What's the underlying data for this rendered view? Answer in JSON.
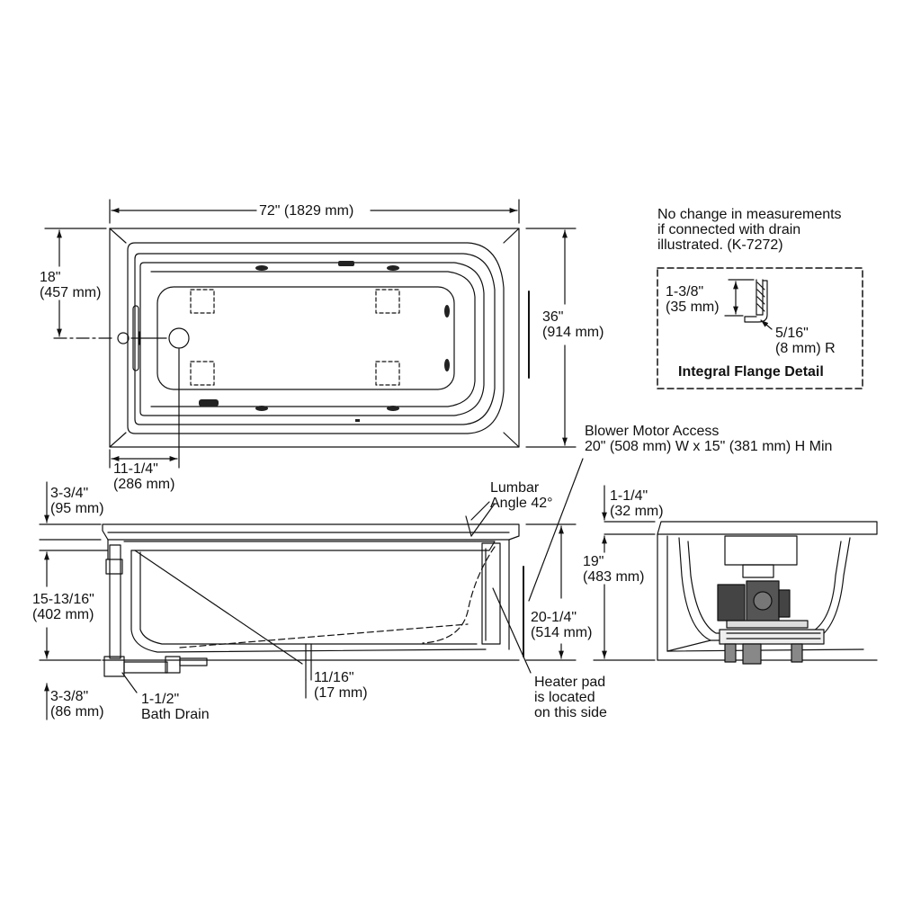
{
  "top_view": {
    "length_dim": "72\" (1829 mm)",
    "half_width_dim": [
      "18\"",
      "(457 mm)"
    ],
    "width_dim": [
      "36\"",
      "(914 mm)"
    ],
    "drain_offset_dim": [
      "11-1/4\"",
      "(286 mm)"
    ]
  },
  "note": [
    "No change in measurements",
    "if connected with drain",
    "illustrated. (K-7272)"
  ],
  "flange_detail": {
    "height_dim": [
      "1-3/8\"",
      "(35 mm)"
    ],
    "radius_dim": [
      "5/16\"",
      "(8 mm) R"
    ],
    "title": "Integral Flange Detail"
  },
  "blower_access": [
    "Blower Motor Access",
    "20\" (508 mm) W x 15\" (381 mm) H Min"
  ],
  "side_view": {
    "rim_dim": [
      "3-3/4\"",
      "(95 mm)"
    ],
    "lumbar": [
      "Lumbar",
      "Angle 42°"
    ],
    "drain_height_dim": [
      "15-13/16\"",
      "(402 mm)"
    ],
    "bottom_dim": [
      "3-3/8\"",
      "(86 mm)"
    ],
    "bath_drain": [
      "1-1/2\"",
      "Bath Drain"
    ],
    "floor_gap_dim": [
      "11/16\"",
      "(17 mm)"
    ],
    "heater_pad": [
      "Heater pad",
      "is located",
      "on this side"
    ],
    "apron_height_dim": [
      "20-1/4\"",
      "(514 mm)"
    ]
  },
  "end_view": {
    "rim_dim": [
      "1-1/4\"",
      "(32 mm)"
    ],
    "height_dim": [
      "19\"",
      "(483 mm)"
    ]
  }
}
